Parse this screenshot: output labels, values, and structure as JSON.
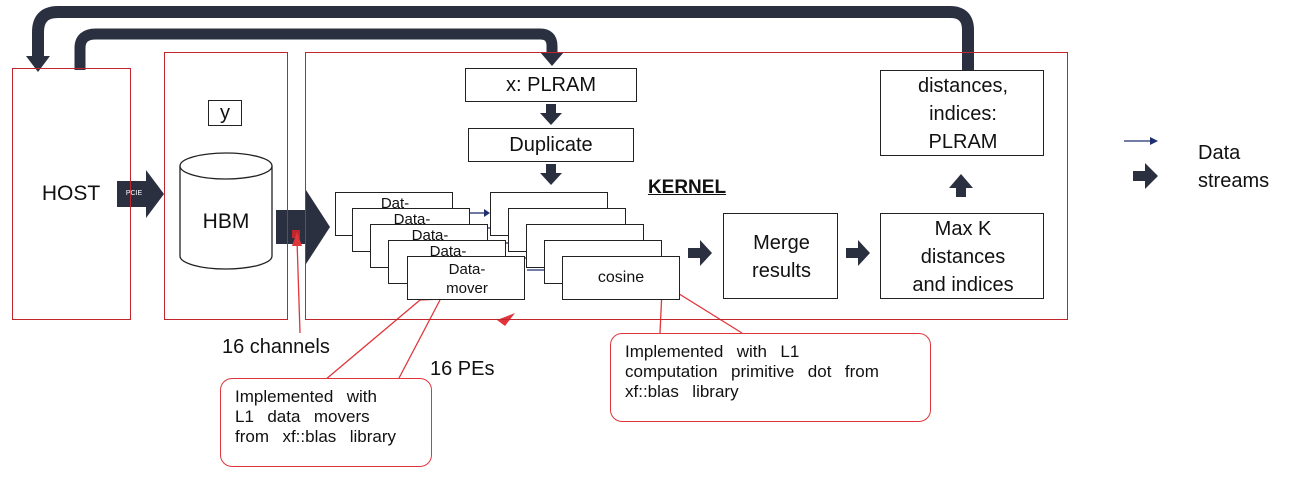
{
  "host": {
    "label": "HOST",
    "pcie_label": "PCIE"
  },
  "hbm": {
    "y_label": "y",
    "label": "HBM"
  },
  "kernel": {
    "title": "KERNEL",
    "x_plram": "x: PLRAM",
    "duplicate": "Duplicate",
    "datamover_stack": [
      "Dat-",
      "Data-",
      "Data-",
      "Data-"
    ],
    "datamover_front": [
      "Data-",
      "mover"
    ],
    "cosine_label": "cosine",
    "merge": [
      "Merge",
      "results"
    ],
    "maxk": [
      "Max K",
      "distances",
      "and indices"
    ],
    "out_plram": [
      "distances,",
      "indices:",
      "PLRAM"
    ]
  },
  "annotations": {
    "channels": "16 channels",
    "pes": "16 PEs"
  },
  "callouts": {
    "datamovers": [
      "Implemented  with",
      "L1  data  movers",
      "from  xf::blas  library"
    ],
    "cosine": [
      "Implemented  with  L1",
      "computation  primitive  dot  from",
      "xf::blas  library"
    ]
  },
  "legend": {
    "data_label": "Data",
    "streams_label": "streams"
  },
  "colors": {
    "navy": "#2b3040",
    "red": "#c0272d",
    "thin_arrow": "#1f2f6e"
  }
}
